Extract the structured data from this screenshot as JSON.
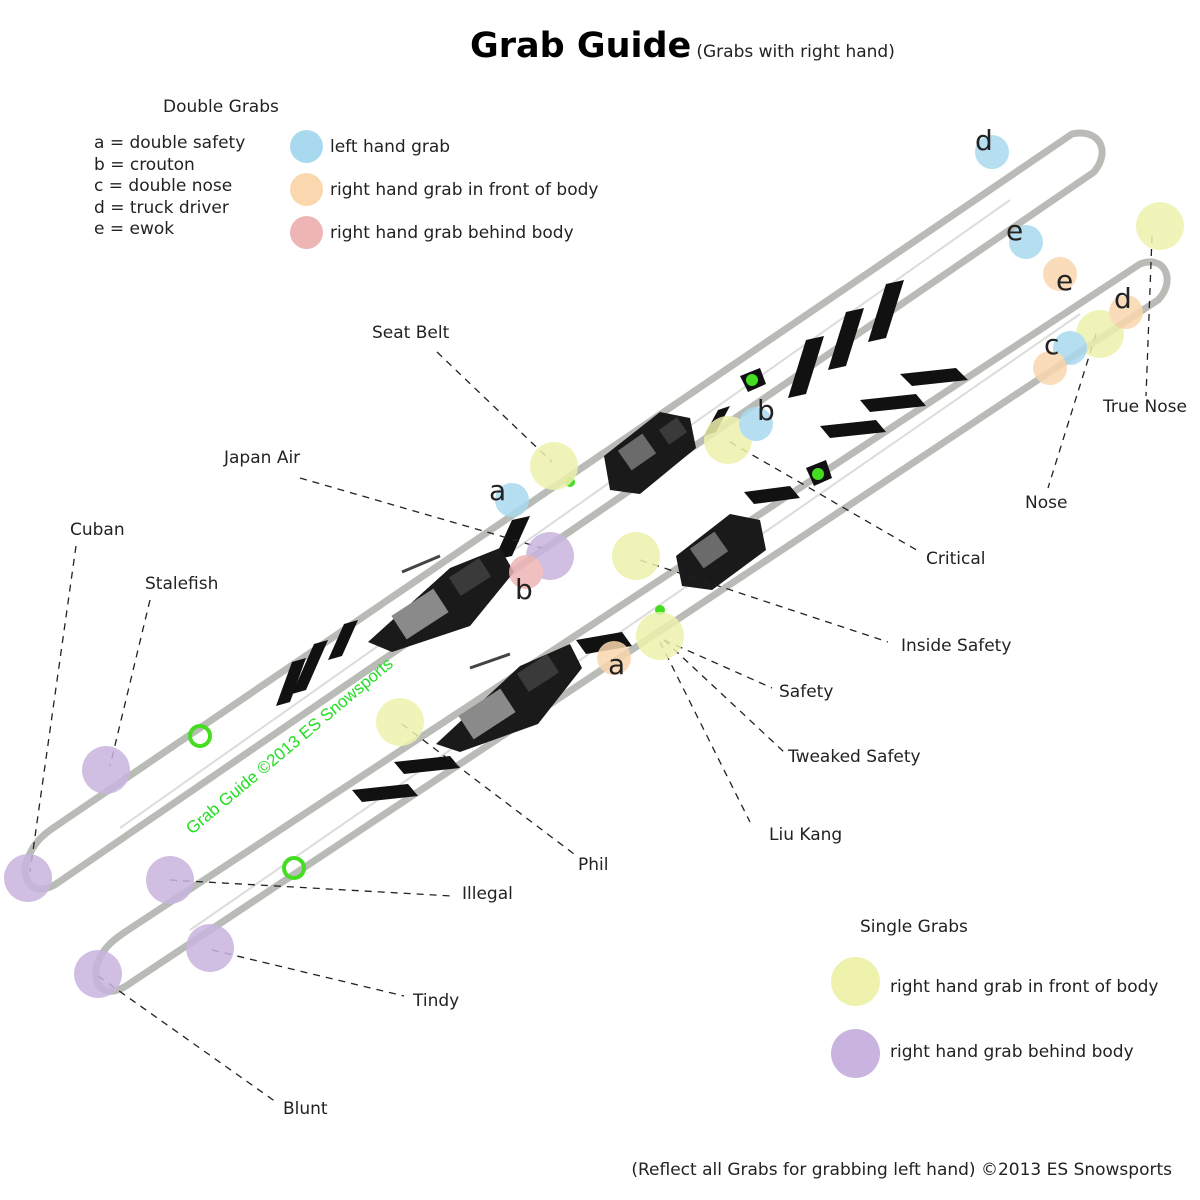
{
  "title": "Grab Guide",
  "subtitle": "(Grabs with right hand)",
  "double_grabs": {
    "heading": "Double Grabs",
    "keys": [
      "a = double safety",
      "b = crouton",
      "c = double nose",
      "d = truck driver",
      "e = ewok"
    ],
    "legend": [
      {
        "label": "left hand grab",
        "color": "#a9d9ee"
      },
      {
        "label": "right hand grab in front of body",
        "color": "#fad7ae"
      },
      {
        "label": "right hand grab behind body",
        "color": "#eeb5b5"
      }
    ]
  },
  "single_grabs": {
    "heading": "Single Grabs",
    "legend": [
      {
        "label": "right hand grab in front of body",
        "color": "#eef2ac"
      },
      {
        "label": "right hand grab behind body",
        "color": "#c8b4de"
      }
    ]
  },
  "grab_labels": {
    "seat_belt": "Seat Belt",
    "japan_air": "Japan Air",
    "cuban": "Cuban",
    "stalefish": "Stalefish",
    "critical": "Critical",
    "inside_safety": "Inside Safety",
    "safety": "Safety",
    "tweaked_safety": "Tweaked Safety",
    "liu_kang": "Liu Kang",
    "phil": "Phil",
    "illegal": "Illegal",
    "tindy": "Tindy",
    "blunt": "Blunt",
    "nose": "Nose",
    "true_nose": "True Nose"
  },
  "markers": {
    "a": "a",
    "b": "b",
    "c": "c",
    "d": "d",
    "e": "e"
  },
  "watermark": "Grab Guide ©2013 ES Snowsports",
  "footer": "(Reflect all Grabs for grabbing left hand) ©2013 ES Snowsports",
  "colors": {
    "left_hand": "#a9d9ee",
    "right_front_double": "#fad7ae",
    "right_behind_double": "#eeb5b5",
    "right_front_single": "#eef2ac",
    "right_behind_single": "#c8b4de",
    "ski_outline": "#b9bbb6",
    "watermark": "#22dd22",
    "accent_green": "#44dd22"
  }
}
